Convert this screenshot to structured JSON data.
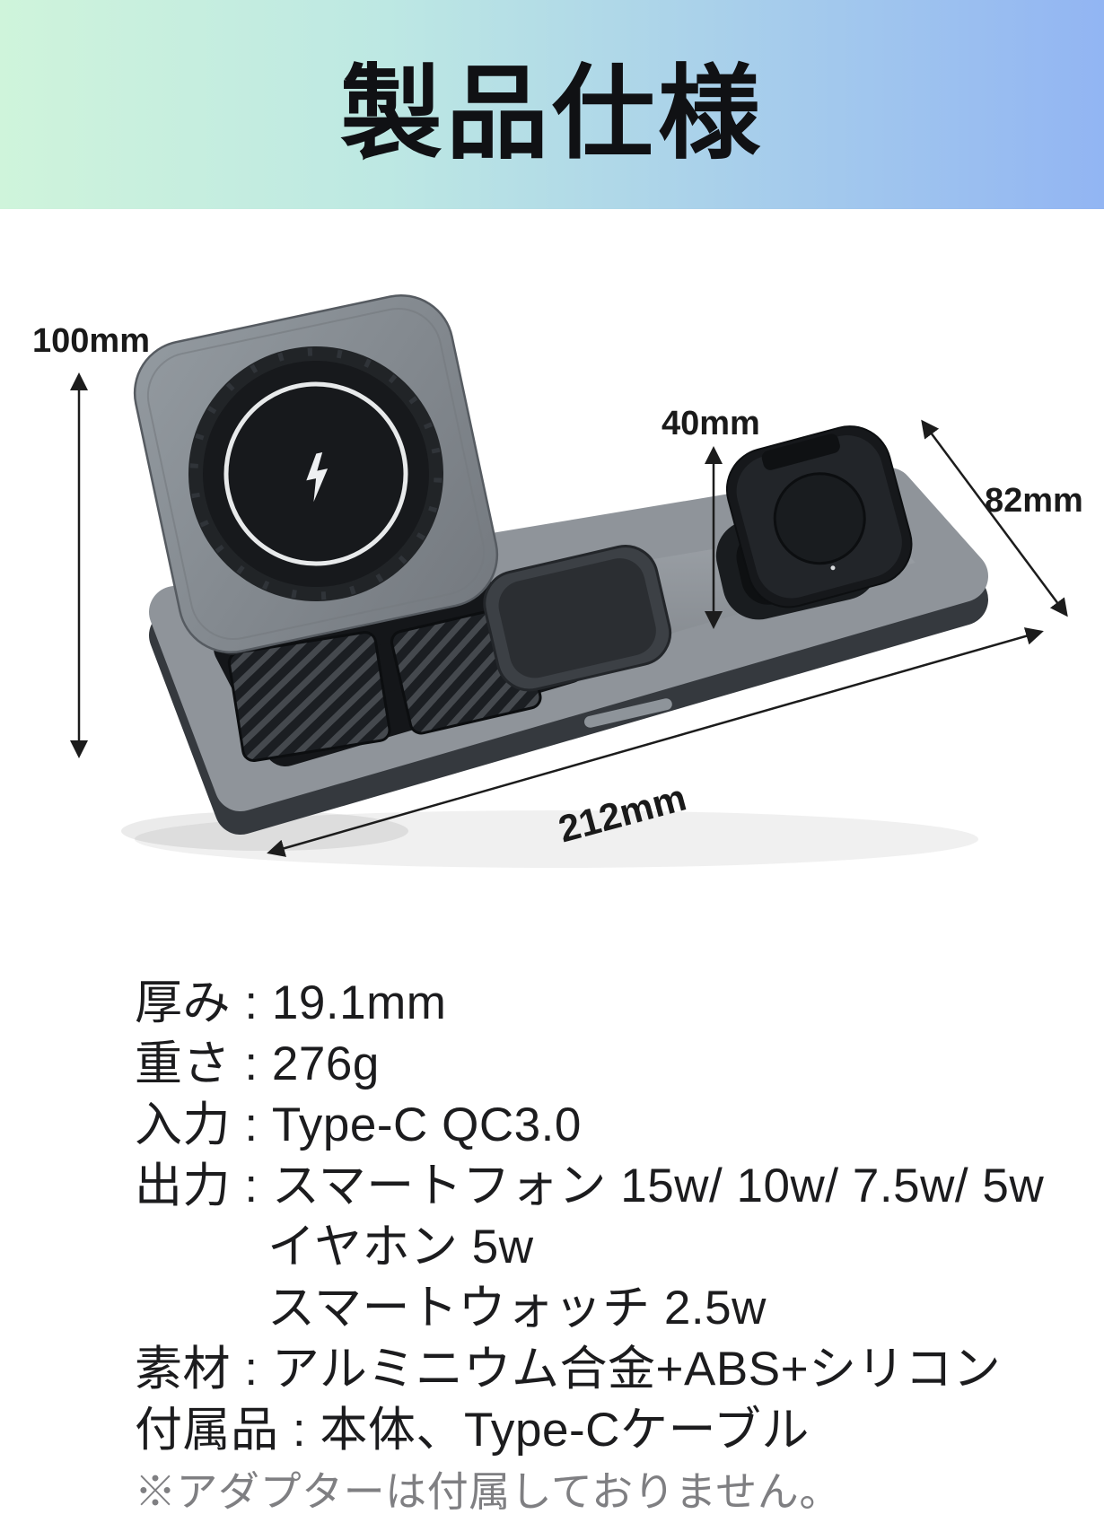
{
  "header": {
    "title": "製品仕様"
  },
  "figure": {
    "dimensions": {
      "height": "100mm",
      "watch_height": "40mm",
      "depth": "82mm",
      "width": "212mm"
    },
    "icons": {
      "charging_bolt": "lightning-bolt"
    }
  },
  "specs": {
    "lines": [
      {
        "text": "厚み : 19.1mm"
      },
      {
        "text": "重さ : 276g"
      },
      {
        "text": "入力 : Type-C QC3.0"
      },
      {
        "text": "出力 : スマートフォン 15w/ 10w/ 7.5w/ 5w"
      },
      {
        "text": "イヤホン 5w"
      },
      {
        "text": "スマートウォッチ 2.5w"
      },
      {
        "text": "素材 : アルミニウム合金+ABS+シリコン"
      },
      {
        "text": "付属品 : 本体、Type-Cケーブル"
      },
      {
        "text": "※アダプターは付属しておりません。"
      }
    ]
  },
  "colors": {
    "banner_gradient_start": "#cff4db",
    "banner_gradient_end": "#92b5f3",
    "title_text": "#101114",
    "spec_text": "#1c1c1e",
    "note_text": "#7f7f82",
    "dimension_text": "#1a1a1a"
  }
}
